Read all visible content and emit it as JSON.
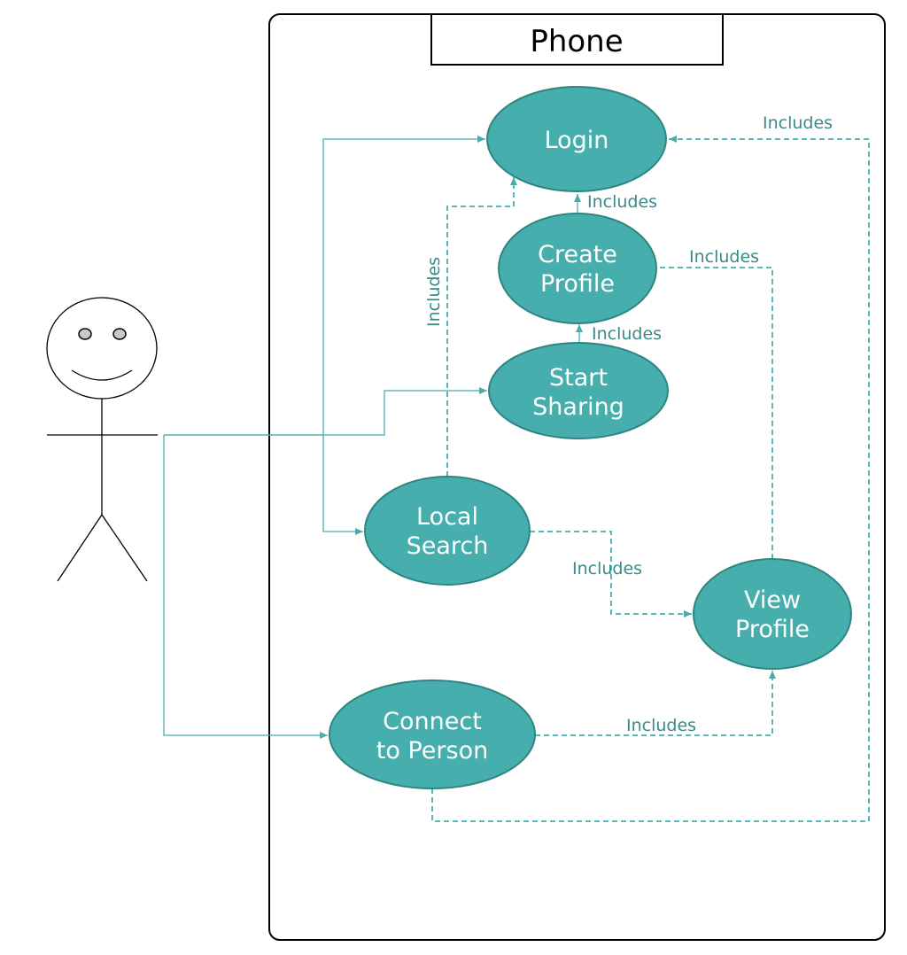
{
  "system": {
    "title": "Phone"
  },
  "use_cases": {
    "login": [
      "Login"
    ],
    "create_profile": [
      "Create",
      "Profile"
    ],
    "start_sharing": [
      "Start",
      "Sharing"
    ],
    "local_search": [
      "Local",
      "Search"
    ],
    "view_profile": [
      "View",
      "Profile"
    ],
    "connect_person": [
      "Connect",
      "to Person"
    ]
  },
  "relations": {
    "include_label": "Includes"
  },
  "colors": {
    "use_case_fill": "#46afad",
    "use_case_stroke": "#2e8582",
    "connector": "#46afad",
    "label": "#3a8a88"
  }
}
